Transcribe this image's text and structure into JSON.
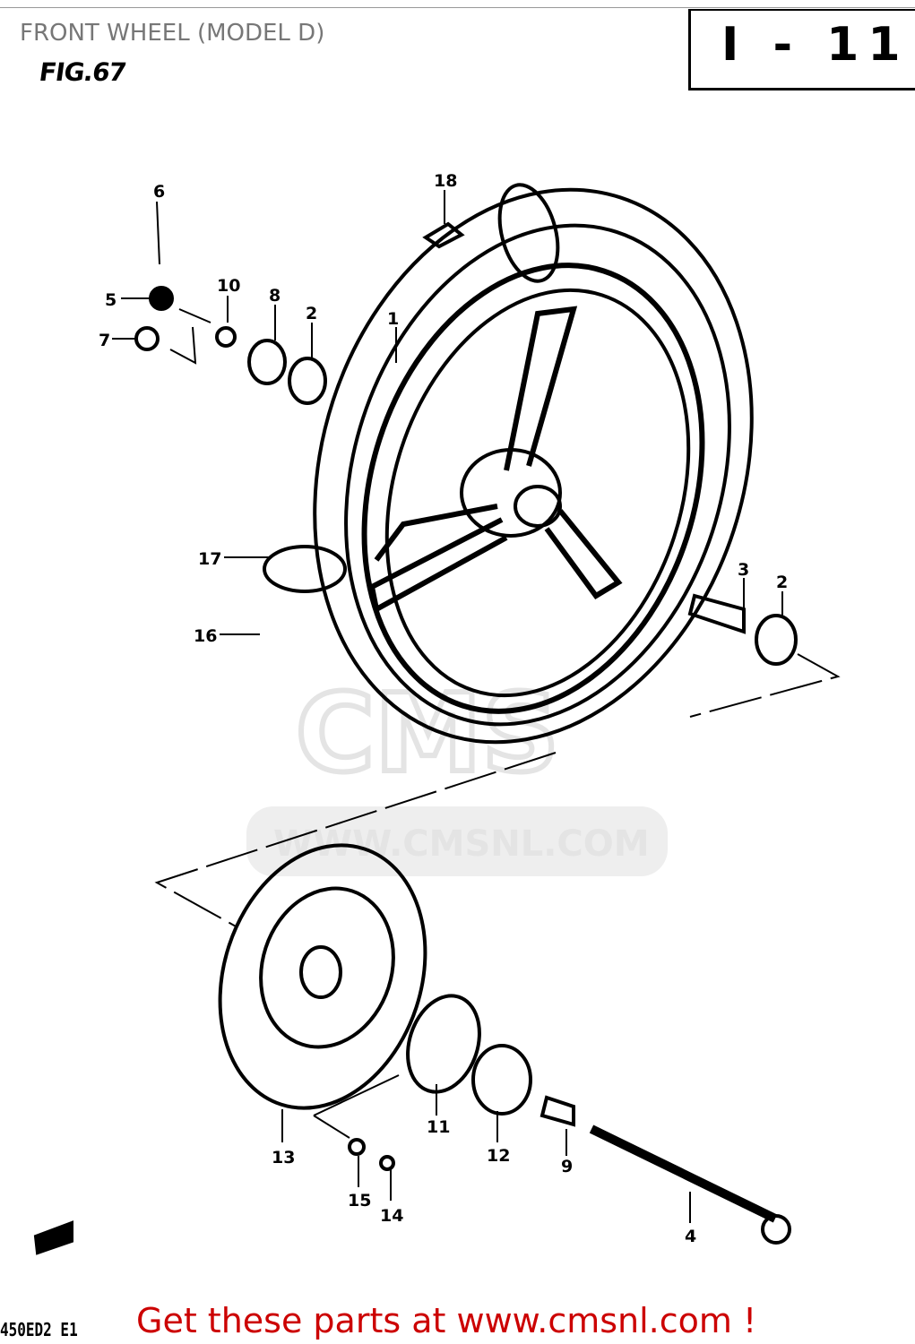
{
  "header": {
    "title": "FRONT WHEEL (MODEL D)",
    "figure": "FIG.67",
    "page_ref": "I - 11"
  },
  "watermark": {
    "text": "WWW.CMSNL.COM",
    "logo": "CMS"
  },
  "callouts": [
    "1",
    "2",
    "2",
    "3",
    "4",
    "5",
    "6",
    "7",
    "8",
    "9",
    "10",
    "11",
    "12",
    "13",
    "14",
    "15",
    "16",
    "17",
    "18"
  ],
  "footer": {
    "code": "450ED2 E1",
    "promo": "Get these parts at www.cmsnl.com !"
  },
  "colors": {
    "promo": "#cc0000",
    "title": "#777777"
  }
}
